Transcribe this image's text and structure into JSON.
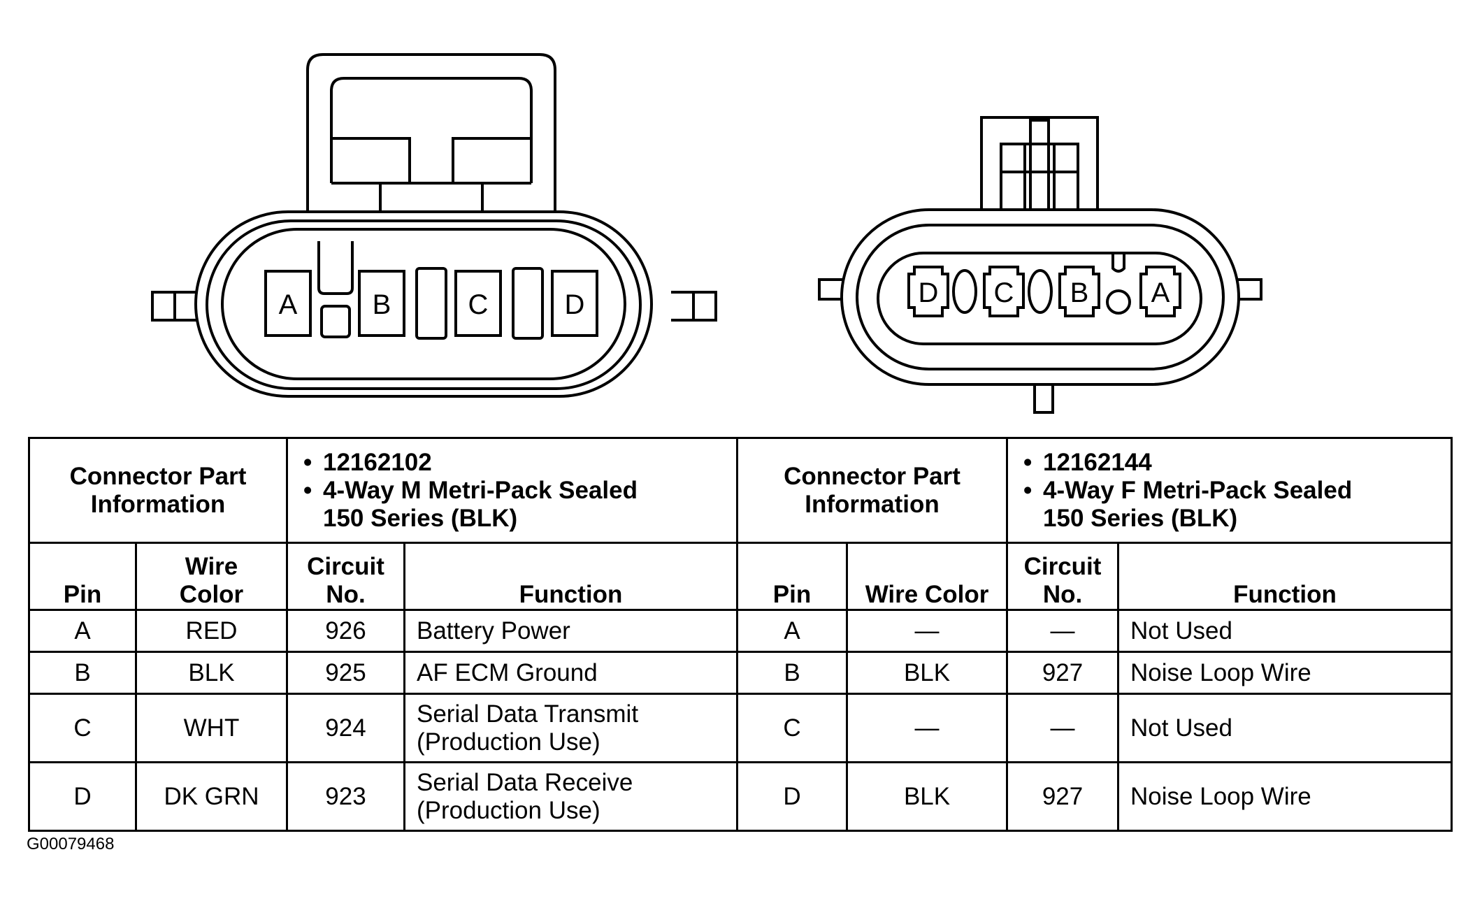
{
  "male_connector": {
    "pin_labels": [
      "A",
      "B",
      "C",
      "D"
    ]
  },
  "female_connector": {
    "pin_labels": [
      "D",
      "C",
      "B",
      "A"
    ]
  },
  "table": {
    "left": {
      "connector_label_line1": "Connector Part",
      "connector_label_line2": "Information",
      "part_number": "12162102",
      "description_line1": "4-Way M Metri-Pack Sealed",
      "description_line2": "150 Series (BLK)",
      "col_pin": "Pin",
      "col_wire_color_line1": "Wire",
      "col_wire_color_line2": "Color",
      "col_circuit_line1": "Circuit",
      "col_circuit_line2": "No.",
      "col_function": "Function",
      "rows": [
        {
          "pin": "A",
          "wire_color": "RED",
          "circuit": "926",
          "function_line1": "Battery Power",
          "function_line2": ""
        },
        {
          "pin": "B",
          "wire_color": "BLK",
          "circuit": "925",
          "function_line1": "AF ECM Ground",
          "function_line2": ""
        },
        {
          "pin": "C",
          "wire_color": "WHT",
          "circuit": "924",
          "function_line1": "Serial Data Transmit",
          "function_line2": "(Production Use)"
        },
        {
          "pin": "D",
          "wire_color": "DK GRN",
          "circuit": "923",
          "function_line1": "Serial Data Receive",
          "function_line2": "(Production Use)"
        }
      ]
    },
    "right": {
      "connector_label_line1": "Connector Part",
      "connector_label_line2": "Information",
      "part_number": "12162144",
      "description_line1": "4-Way F Metri-Pack Sealed",
      "description_line2": "150 Series (BLK)",
      "col_pin": "Pin",
      "col_wire_color": "Wire Color",
      "col_circuit_line1": "Circuit",
      "col_circuit_line2": "No.",
      "col_function": "Function",
      "rows": [
        {
          "pin": "A",
          "wire_color": "—",
          "circuit": "—",
          "function": "Not Used"
        },
        {
          "pin": "B",
          "wire_color": "BLK",
          "circuit": "927",
          "function": "Noise Loop Wire"
        },
        {
          "pin": "C",
          "wire_color": "—",
          "circuit": "—",
          "function": "Not Used"
        },
        {
          "pin": "D",
          "wire_color": "BLK",
          "circuit": "927",
          "function": "Noise Loop Wire"
        }
      ]
    }
  },
  "figure_id": "G00079468"
}
